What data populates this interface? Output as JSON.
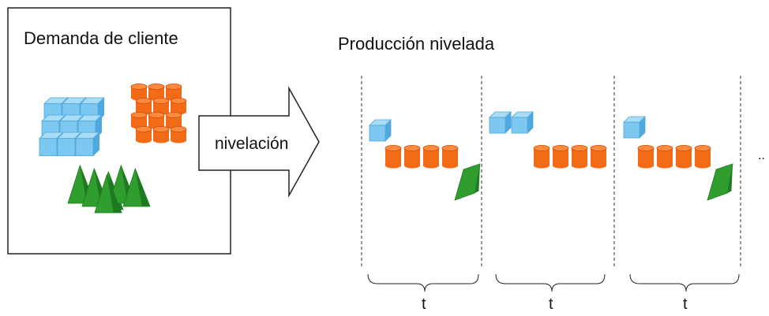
{
  "demand": {
    "title": "Demanda de cliente"
  },
  "arrow": {
    "label": "nivelación"
  },
  "production": {
    "title": "Producción nivelada",
    "periods": [
      {
        "label": "t",
        "blue": 1,
        "orange": 4,
        "green": 1
      },
      {
        "label": "t",
        "blue": 2,
        "orange": 4,
        "green": 0
      },
      {
        "label": "t",
        "blue": 1,
        "orange": 4,
        "green": 1
      }
    ],
    "continuation": ".."
  },
  "colors": {
    "blue": "#7cc8f0",
    "blue_dark": "#4fa8de",
    "orange": "#f36a17",
    "orange_dark": "#c94f0c",
    "green": "#2f9e2f",
    "green_dark": "#1f7a1f",
    "line": "#222222"
  }
}
